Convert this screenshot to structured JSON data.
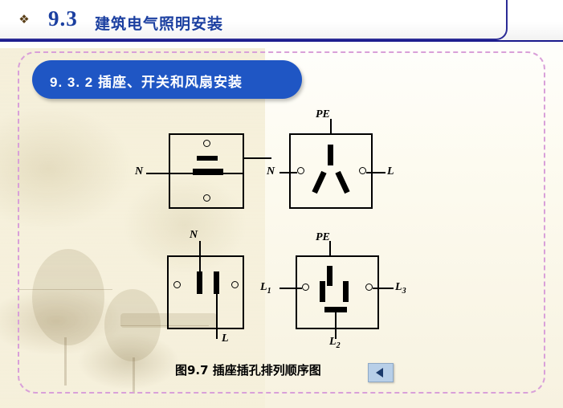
{
  "header": {
    "bullet_icon": "diamond-bullet-icon",
    "number": "9.3",
    "title": "建筑电气照明安装"
  },
  "subtitle": {
    "text": "9. 3. 2   插座、开关和风扇安装"
  },
  "figure": {
    "caption": "图9.7  插座插孔排列顺序图",
    "nav_icon": "previous-triangle-icon",
    "sockets": [
      {
        "id": "socket-two-pin-top-left",
        "labels": [
          {
            "name": "label-N",
            "text": "N"
          }
        ]
      },
      {
        "id": "socket-three-pin-top-right",
        "labels": [
          {
            "name": "label-PE",
            "text": "PE"
          },
          {
            "name": "label-N",
            "text": "N"
          },
          {
            "name": "label-L",
            "text": "L"
          }
        ]
      },
      {
        "id": "socket-two-pin-bottom-left",
        "labels": [
          {
            "name": "label-N",
            "text": "N"
          },
          {
            "name": "label-L",
            "text": "L"
          }
        ]
      },
      {
        "id": "socket-three-phase-bottom-right",
        "labels": [
          {
            "name": "label-PE",
            "text": "PE"
          },
          {
            "name": "label-L1",
            "text": "L",
            "sub": "1"
          },
          {
            "name": "label-L3",
            "text": "L",
            "sub": "3"
          },
          {
            "name": "label-L2",
            "text": "L",
            "sub": "2"
          }
        ]
      }
    ]
  },
  "colors": {
    "header_blue": "#1b3fa0",
    "subtitle_blue": "#1f56c4",
    "frame_dashed": "#d9a0d9",
    "page_bg": "#fdfbf0"
  }
}
